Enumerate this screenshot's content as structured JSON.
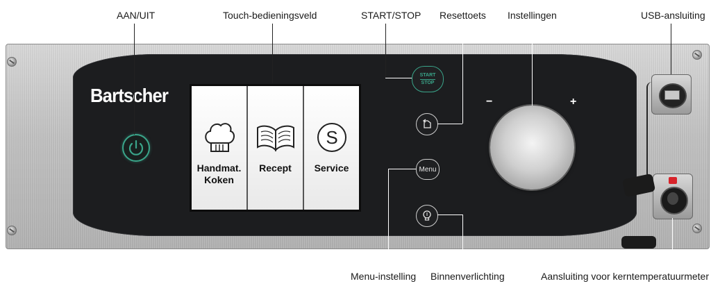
{
  "labels": {
    "power": "AAN/UIT",
    "touch": "Touch-bedieningsveld",
    "startstop": "START/STOP",
    "reset": "Resettoets",
    "settings": "Instellingen",
    "usb": "USB-ansluiting",
    "menu_setting": "Menu-instelling",
    "lighting": "Binnenverlichting",
    "probe": "Aansluiting voor kerntemperatuurmeter"
  },
  "brand": "Bartscher",
  "screen": {
    "tiles": [
      {
        "label_line1": "Handmat.",
        "label_line2": "Koken",
        "icon": "chef-hat-icon"
      },
      {
        "label_line1": "Recept",
        "label_line2": "",
        "icon": "open-book-icon"
      },
      {
        "label_line1": "Service",
        "label_line2": "",
        "icon": "service-s-icon"
      }
    ]
  },
  "buttons": {
    "start_top": "START",
    "start_bottom": "STOP",
    "menu": "Menu"
  },
  "knob": {
    "minus": "−",
    "plus": "+"
  },
  "colors": {
    "accent": "#3aa58a",
    "panel": "#1c1d1f",
    "frame": "#c4c4c4",
    "probe_cap": "#d8232a"
  }
}
